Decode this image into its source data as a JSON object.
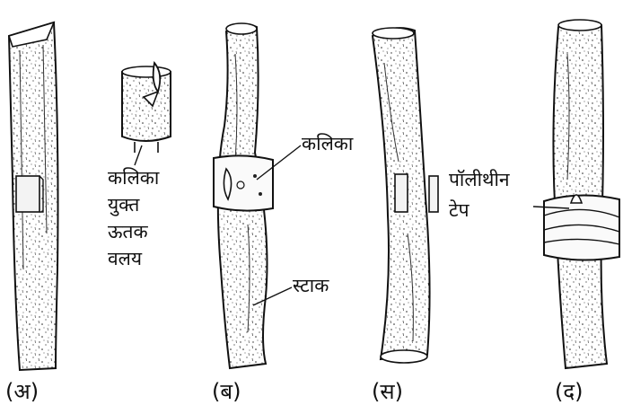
{
  "labels": {
    "bud_ring_line1": "कलिका",
    "bud_ring_line2": "युक्त",
    "bud_ring_line3": "ऊतक",
    "bud_ring_line4": "वलय",
    "bud": "कलिका",
    "stock": "स्टाक",
    "polythene_line1": "पॉलीथीन",
    "polythene_line2": "टेप"
  },
  "captions": {
    "a": "(अ)",
    "b": "(ब)",
    "c": "(स)",
    "d": "(द)"
  }
}
